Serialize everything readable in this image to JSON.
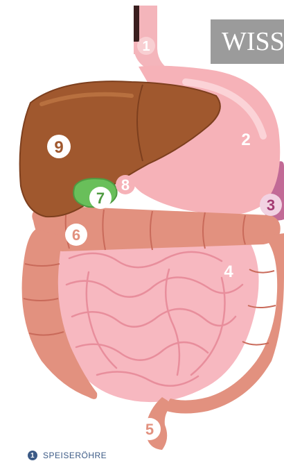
{
  "banner": {
    "text": "WISS"
  },
  "labels": {
    "esophagus": "1",
    "stomach": "2",
    "spleen": "3",
    "small_intestine": "4",
    "rectum": "5",
    "colon": "6",
    "gallbladder": "7",
    "duct": "8",
    "liver": "9"
  },
  "legend": {
    "number": "1",
    "text": "SPEISERÖHRE"
  },
  "colors": {
    "liver": "#a0582e",
    "stomach": "#f6b2b8",
    "colon": "#e2917f",
    "small_intestine": "#f7b8c0",
    "gallbladder": "#69bf5a",
    "spleen": "#c26a96",
    "legend": "#3c5a86",
    "banner": "#9b9b9b"
  }
}
